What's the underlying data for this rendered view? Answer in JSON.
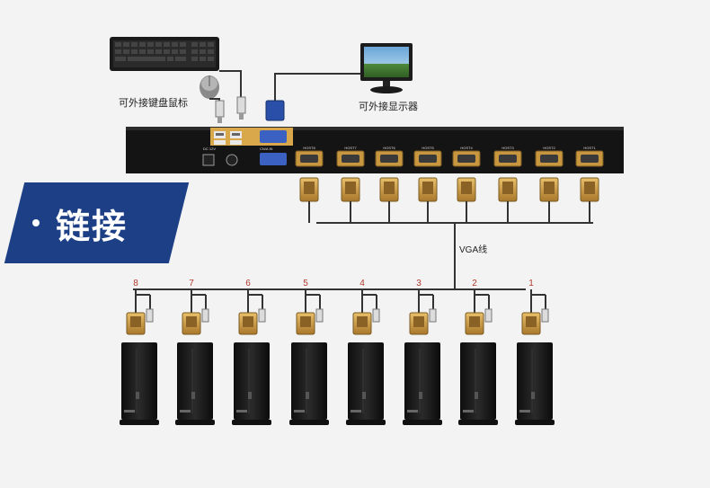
{
  "banner": {
    "title": "链接"
  },
  "labels": {
    "keyboard_mouse": "可外接键盘鼠标",
    "monitor": "可外接显示器",
    "vga_cable": "VGA线"
  },
  "kvm": {
    "dc_label": "DC 12V",
    "console_label": "CN/A IN",
    "host_ports": [
      "HOST8",
      "HOST7",
      "HOST6",
      "HOST5",
      "HOST4",
      "HOST3",
      "HOST2",
      "HOST1"
    ]
  },
  "computers": [
    "8",
    "7",
    "6",
    "5",
    "4",
    "3",
    "2",
    "1"
  ],
  "colors": {
    "banner": "#1d3f86",
    "kvm_body": "#151515",
    "vga_connector": "#c8963e",
    "cable": "#333333",
    "number_text": "#b03a2e"
  }
}
